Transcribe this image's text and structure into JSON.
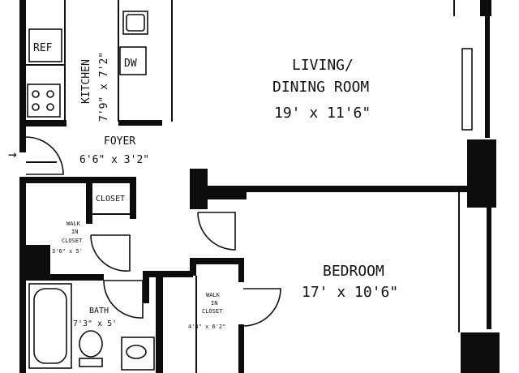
{
  "rooms": {
    "kitchen": {
      "name": "KITCHEN",
      "size": "7'9\" x 7'2\""
    },
    "living": {
      "name_line1": "LIVING/",
      "name_line2": "DINING ROOM",
      "size": "19' x 11'6\""
    },
    "foyer": {
      "name": "FOYER",
      "size": "6'6\" x 3'2\""
    },
    "closet": {
      "name": "CLOSET"
    },
    "walk_in_closet_1": {
      "line1": "WALK",
      "line2": "IN",
      "line3": "CLOSET",
      "size": "3'6\" x 5'"
    },
    "bedroom": {
      "name": "BEDROOM",
      "size": "17' x 10'6\""
    },
    "walk_in_closet_2": {
      "line1": "WALK",
      "line2": "IN",
      "line3": "CLOSET",
      "size": "4'4\" x 6'2\""
    },
    "bath": {
      "name": "BATH",
      "size": "7'3\" x 5'"
    }
  },
  "fixtures": {
    "ref": "REF",
    "dw": "DW"
  },
  "entry_arrow": "→"
}
